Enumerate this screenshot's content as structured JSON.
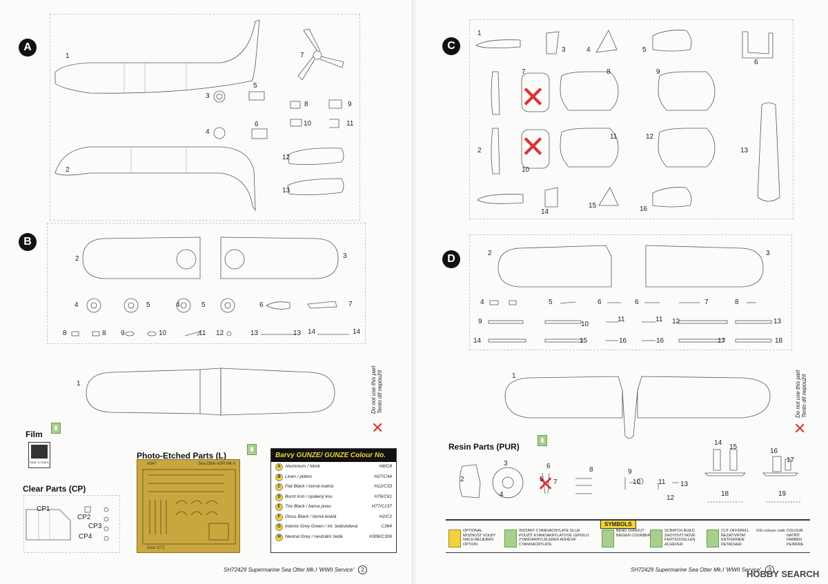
{
  "left_page": {
    "sections": {
      "A": "A",
      "B": "B"
    },
    "section_a_parts": [
      "1",
      "2",
      "3",
      "4",
      "5",
      "6",
      "7",
      "8",
      "9",
      "10",
      "11",
      "12",
      "13"
    ],
    "section_b_parts": [
      "1",
      "2",
      "3",
      "4",
      "5",
      "4",
      "5",
      "6",
      "7",
      "8",
      "8",
      "9",
      "10",
      "11",
      "12",
      "13",
      "13",
      "14",
      "14"
    ],
    "warning_lines": [
      "Do not use this part",
      "Tento díl nepoužít"
    ],
    "film": {
      "label": "Film",
      "caption": "RAAF & TAAFA"
    },
    "clear_parts": {
      "label": "Clear Parts (CP)",
      "items": [
        "CP1",
        "CP2",
        "CP3",
        "CP4"
      ]
    },
    "photo_etched": {
      "label": "Photo-Etched Parts (L)",
      "code": "A047",
      "subtitle": "Sea Otter ASR Mk.II",
      "brand": "Azur 1/72"
    },
    "colour_table": {
      "title": "Barvy GUNZE/ GUNZE Colour No.",
      "rows": [
        {
          "id": "A",
          "name": "Aluminium / hliník",
          "code": "H8/C8"
        },
        {
          "id": "B",
          "name": "Linen / plátno",
          "code": "H27/C44"
        },
        {
          "id": "C",
          "name": "Flat Black / černá matná",
          "code": "H12/C33"
        },
        {
          "id": "D",
          "name": "Burnt Iron / opálený kov",
          "code": "H76/C61"
        },
        {
          "id": "E",
          "name": "Tire Black / barva pneu",
          "code": "H77/C137"
        },
        {
          "id": "F",
          "name": "Gloss Black / černá lesklá",
          "code": "H2/C2"
        },
        {
          "id": "G",
          "name": "Interior Grey Green / int. šedozelená",
          "code": "C364"
        },
        {
          "id": "H",
          "name": "Neutral Grey / neutrální šedá",
          "code": "H306/C306"
        }
      ]
    },
    "footer": {
      "text": "SH72429  Supermarine Sea Otter Mk.I 'WWII Service'",
      "page": "2"
    }
  },
  "right_page": {
    "sections": {
      "C": "C",
      "D": "D"
    },
    "section_c_parts": [
      "1",
      "2",
      "3",
      "4",
      "5",
      "6",
      "7",
      "8",
      "9",
      "10",
      "11",
      "12",
      "13",
      "14",
      "15",
      "16"
    ],
    "section_d_parts": [
      "1",
      "2",
      "3",
      "4",
      "5",
      "6",
      "6",
      "7",
      "8",
      "9",
      "10",
      "11",
      "11",
      "12",
      "13",
      "14",
      "15",
      "16",
      "16",
      "17",
      "18"
    ],
    "warning_lines": [
      "Do not use this part",
      "Tento díl nepoužít"
    ],
    "resin": {
      "label": "Resin Parts (PUR)",
      "items": [
        "2",
        "3",
        "4",
        "5",
        "6",
        "7",
        "8",
        "9",
        "10",
        "11",
        "12",
        "13",
        "14",
        "15",
        "16",
        "17",
        "18",
        "19"
      ]
    },
    "symbols": {
      "title": "SYMBOLS",
      "items": [
        "OPTIONAL MOŽNOST VOLBY NACH BELIEBEN OPTION",
        "INSTANT CYANOACRYLATE GLUE POUŽÍT KYANOAKRYLÁTOVÉ LEPIDLO ZYANOAKRYLKLEBER ADHÉSIF CYANOACRYLATE",
        "BEND OHNOUT BIEGEN COURBER",
        "SCRATCH BUILD ZHOTOVIT NOVÉ FERTIGSTELLEN ACHEVER",
        "CUT OFF/DRILL ŘEZAT/VRTAT ENTFERNEN DETACHER",
        "GSi colours code",
        "COLOUR NATŘÍT FARBEN PEINDRE"
      ]
    },
    "footer": {
      "text": "SH72429  Supermarine Sea Otter Mk.I 'WWII Service'",
      "page": "3"
    },
    "watermark": "HOBBY SEARCH"
  }
}
